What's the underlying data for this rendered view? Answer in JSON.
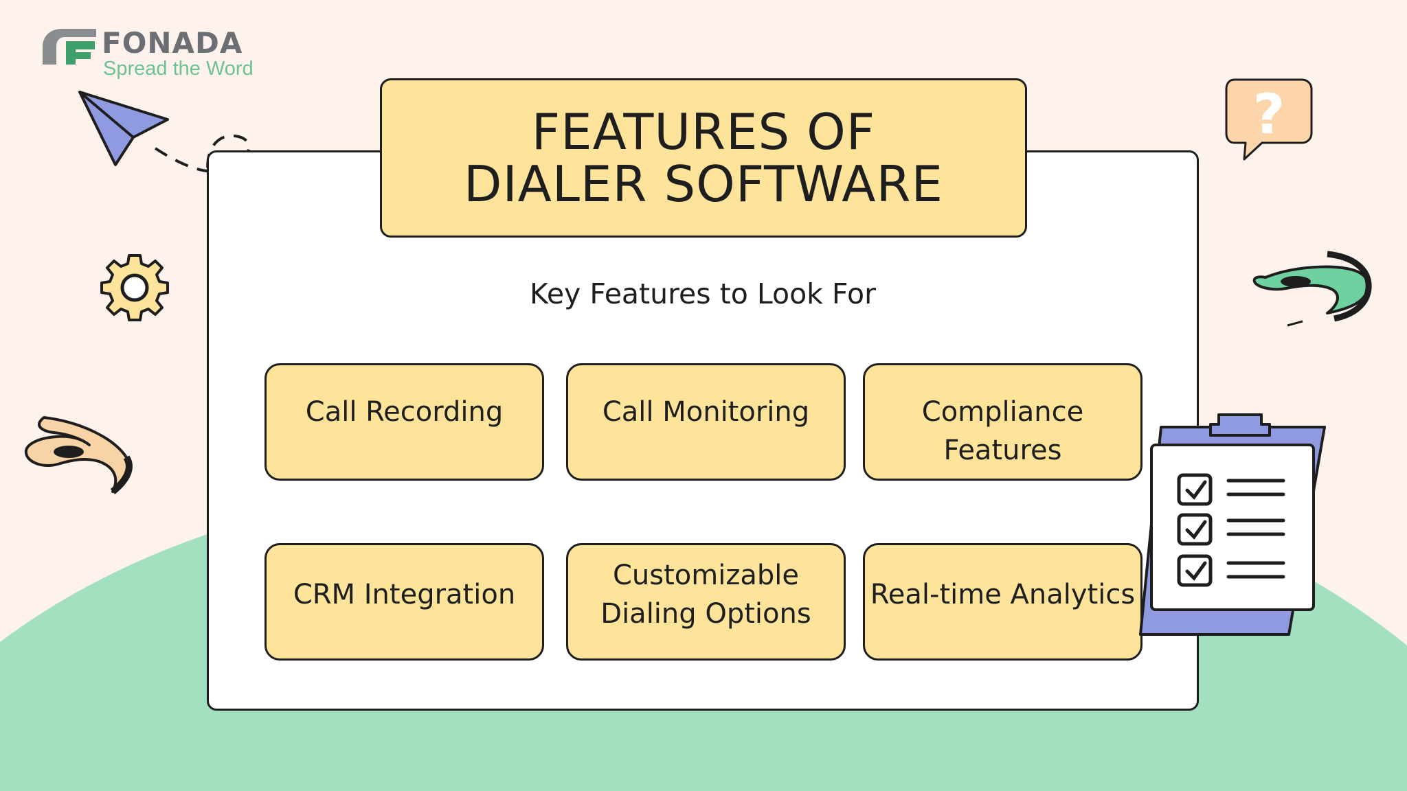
{
  "logo": {
    "name": "FONADA",
    "tagline": "Spread the Word"
  },
  "title": {
    "line1": "FEATURES OF",
    "line2": "DIALER SOFTWARE"
  },
  "subtitle": "Key Features to Look For",
  "features": [
    {
      "label": "Call Recording"
    },
    {
      "label": "Call Monitoring"
    },
    {
      "label": "Compliance Features"
    },
    {
      "label": "CRM Integration"
    },
    {
      "label": "Customizable\nDialing Options"
    },
    {
      "label": "Real-time Analytics"
    }
  ],
  "speech_bubble": {
    "symbol": "?"
  },
  "icons": {
    "paper_plane": "paper-plane-icon",
    "gear": "gear-icon",
    "question": "question-bubble-icon",
    "clipboard": "clipboard-checklist-icon",
    "swirl": "swirl-decoration"
  },
  "colors": {
    "background": "#fdf3ec",
    "hill": "#a3e0bf",
    "card": "#ffffff",
    "box": "#fde49a",
    "outline": "#1e1e1e",
    "plane": "#8f9ae0",
    "bubble": "#fdd5aa",
    "brand_green": "#6cc294",
    "brand_gray": "#6b6e72"
  }
}
